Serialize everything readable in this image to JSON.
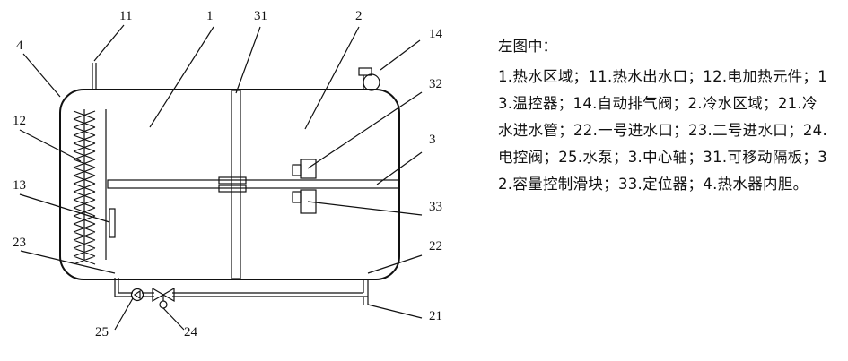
{
  "labels": {
    "l1": "1",
    "l2": "2",
    "l3": "3",
    "l4": "4",
    "l11": "11",
    "l12": "12",
    "l13": "13",
    "l14": "14",
    "l21": "21",
    "l22": "22",
    "l23": "23",
    "l24": "24",
    "l25": "25",
    "l31": "31",
    "l32": "32",
    "l33": "33"
  },
  "legend": {
    "title": "左图中：",
    "text": "1.热水区域；11.热水出水口；12.电加热元件；13.温控器；14.自动排气阀；2.冷水区域；21.冷水进水管；22.一号进水口；23.二号进水口；24.电控阀；25.水泵；3.中心轴；31.可移动隔板；32.容量控制滑块；33.定位器；4.热水器内胆。"
  }
}
